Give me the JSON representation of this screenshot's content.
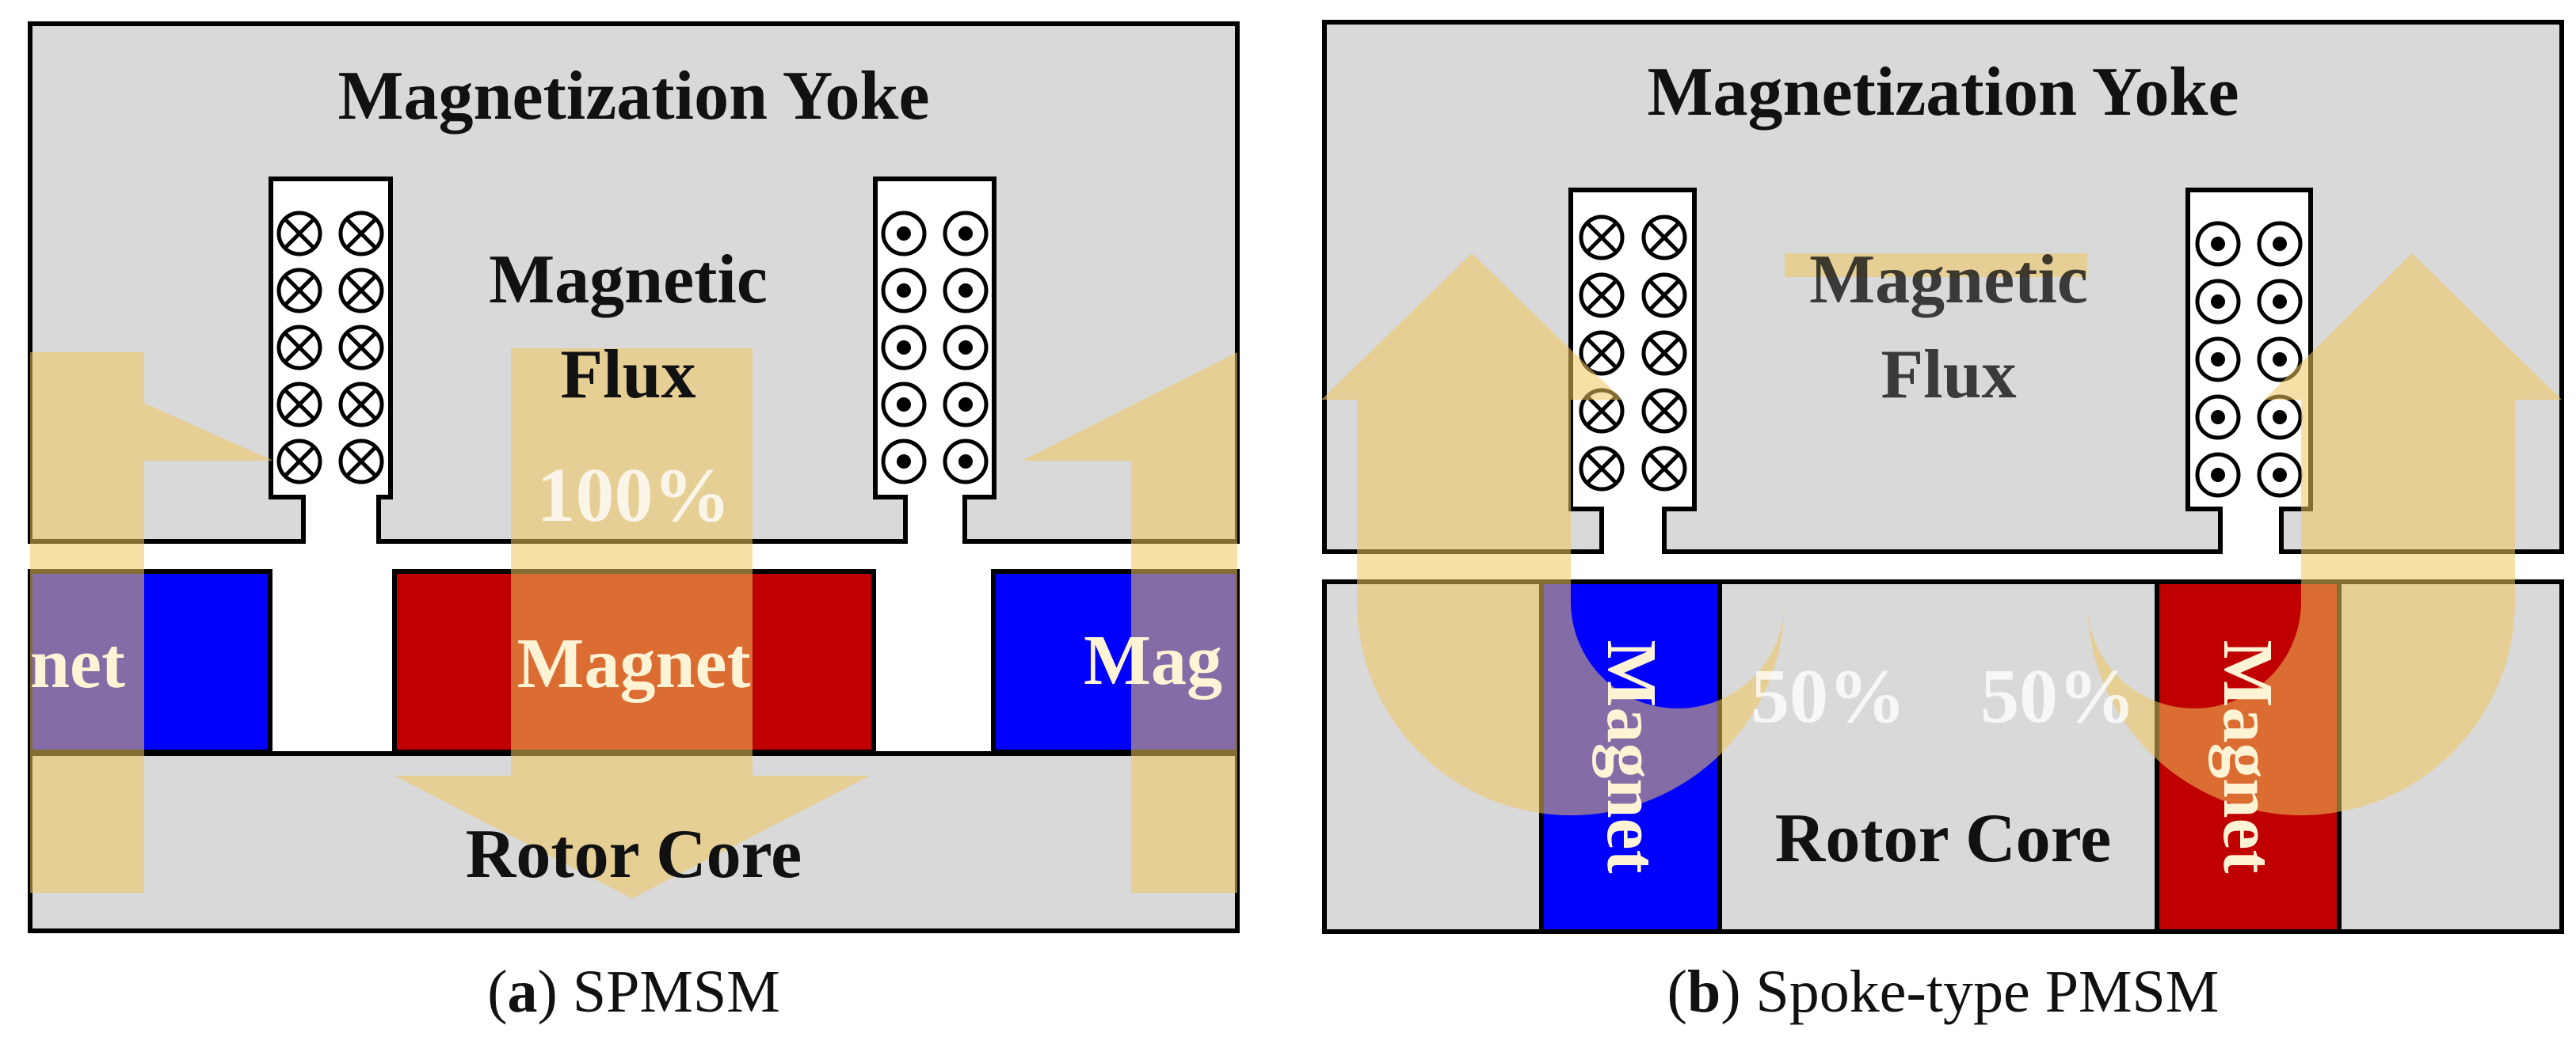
{
  "panel_a": {
    "yoke_label": "Magnetization Yoke",
    "flux_label_line1": "Magnetic",
    "flux_label_line2": "Flux",
    "flux_percent": "100%",
    "left_magnet_label": "net",
    "center_magnet_label": "Magnet",
    "right_magnet_label": "Mag",
    "rotor_label": "Rotor Core",
    "caption_letter": "a",
    "caption_text": "SPMSM"
  },
  "panel_b": {
    "yoke_label": "Magnetization Yoke",
    "flux_label_line1": "Magnetic",
    "flux_label_line2": "Flux",
    "left_percent": "50%",
    "right_percent": "50%",
    "left_magnet_label": "Magnet",
    "right_magnet_label": "Magnet",
    "rotor_label": "Rotor Core",
    "caption_letter": "b",
    "caption_text": "Spoke-type PMSM"
  },
  "colors": {
    "yoke_gray": "#d9d9d9",
    "magnet_red": "#c00000",
    "magnet_blue": "#0000ff",
    "flux_gold": "#f1c75c",
    "outline": "#000000"
  },
  "icons": {
    "current_into_page": "cross-circle-icon",
    "current_out_of_page": "dot-circle-icon"
  }
}
